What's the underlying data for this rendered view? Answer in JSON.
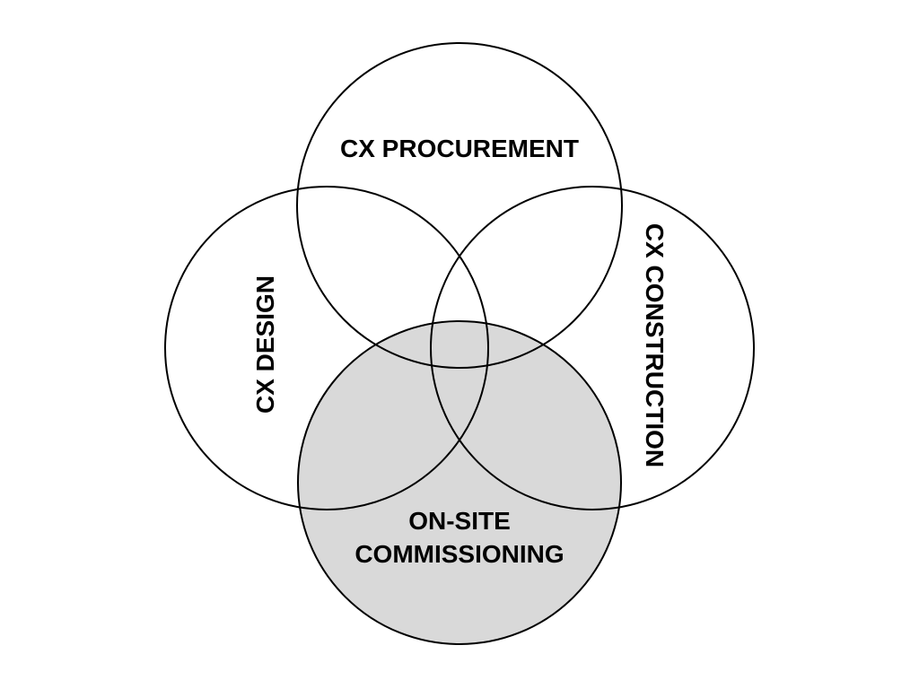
{
  "diagram": {
    "type": "venn",
    "background_color": "#ffffff",
    "outline_color": "#000000",
    "text_color": "#000000",
    "highlight_fill": "#d9d9d9",
    "circles": [
      {
        "label": "CX PROCUREMENT",
        "position": "top",
        "filled": false
      },
      {
        "label": "CX DESIGN",
        "position": "left",
        "filled": false
      },
      {
        "label": "CX CONSTRUCTION",
        "position": "right",
        "filled": false
      },
      {
        "label": "ON-SITE COMMISSIONING",
        "label_line1": "ON-SITE",
        "label_line2": "COMMISSIONING",
        "position": "bottom",
        "filled": true
      }
    ]
  }
}
